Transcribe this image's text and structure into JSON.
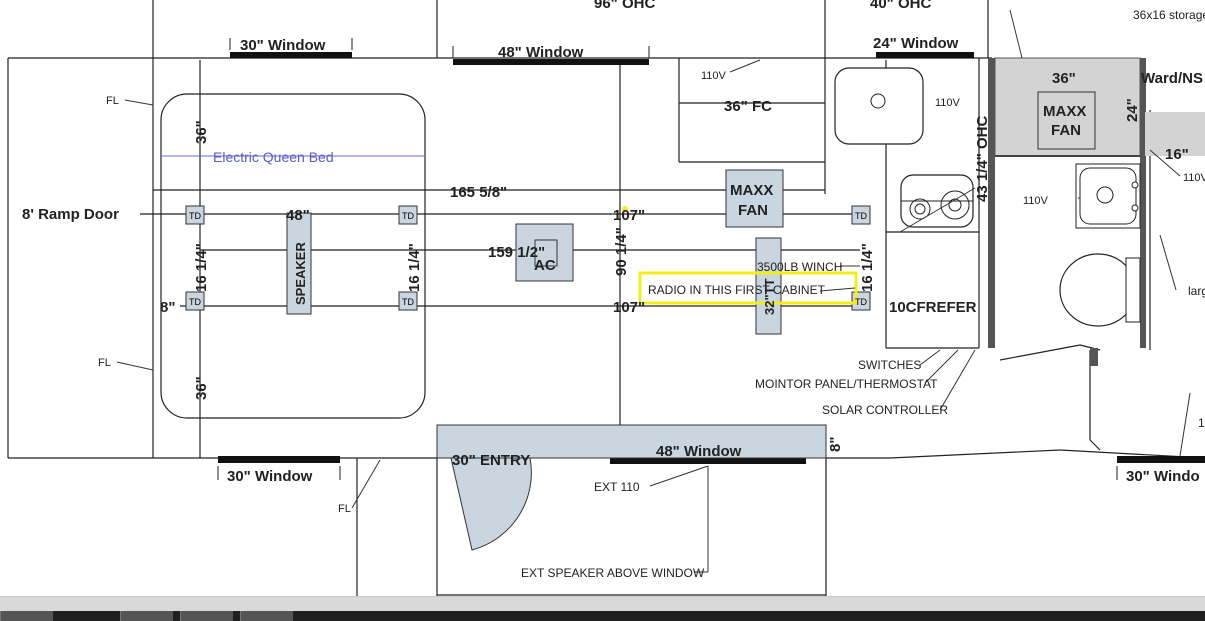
{
  "labels": {
    "storage": "36x16 storage",
    "ohc96": "96\" OHC",
    "ohc40": "40\" OHC",
    "win30_tl": "30\" Window",
    "win48_top": "48\" Window",
    "win24_top": "24\" Window",
    "v110_a": "110V",
    "v110_b": "110V",
    "v110_c": "110V",
    "v110_d": "110V",
    "fc36": "36\" FC",
    "maxx_fan_top": [
      "MAXX",
      "FAN"
    ],
    "maxx_fan_mid": [
      "MAXX",
      "FAN"
    ],
    "d36_right": "36\"",
    "ward": "Ward/NS",
    "d24": "24\"",
    "d16_right": "16\"",
    "ohc43": "43 1/4\" OHC",
    "fl_1": "FL",
    "fl_2": "FL",
    "fl_3": "FL",
    "d36_a": "36\"",
    "d36_b": "36\"",
    "bed": "Electric Queen Bed",
    "d165": "165 5/8\"",
    "ramp": "8' Ramp Door",
    "d48": "48\"",
    "d107_a": "107\"",
    "d107_b": "107\"",
    "td": "TD",
    "d16_l": "16 1/4\"",
    "d16_m": "16 1/4\"",
    "d16_r": "16 1/4\"",
    "speaker": "SPEAKER",
    "d159": "159 1/2\"",
    "ac": "AC",
    "d90": "90 1/4\"",
    "winch": "3500LB WINCH",
    "radio": "RADIO IN THIS FIRST CABINET",
    "d32": "32\"TT",
    "d8_left": "8\"",
    "fridge": "10CFREFER",
    "switches": "SWITCHES",
    "monitor": "MOINTOR PANEL/THERMOSTAT",
    "solar": "SOLAR CONTROLLER",
    "large": "larg",
    "one": "1",
    "win30_bl": "30\" Window",
    "entry": "30\" ENTRY",
    "win48_bot": "48\" Window",
    "d8_entry": "8\"",
    "ext110": "EXT 110",
    "extspk": "EXT SPEAKER ABOVE WINDOW",
    "win30_br": "30\" Windo"
  },
  "colors": {
    "fixture": "#c9d6df",
    "gray_panel": "#d3d3d3",
    "highlight": "#f2ee1a",
    "bed_text": "#5b5bcc",
    "window_bar": "#111111"
  },
  "icons": [
    "sink-icon",
    "stovetop-icon",
    "toilet-icon",
    "entry-door-icon"
  ]
}
